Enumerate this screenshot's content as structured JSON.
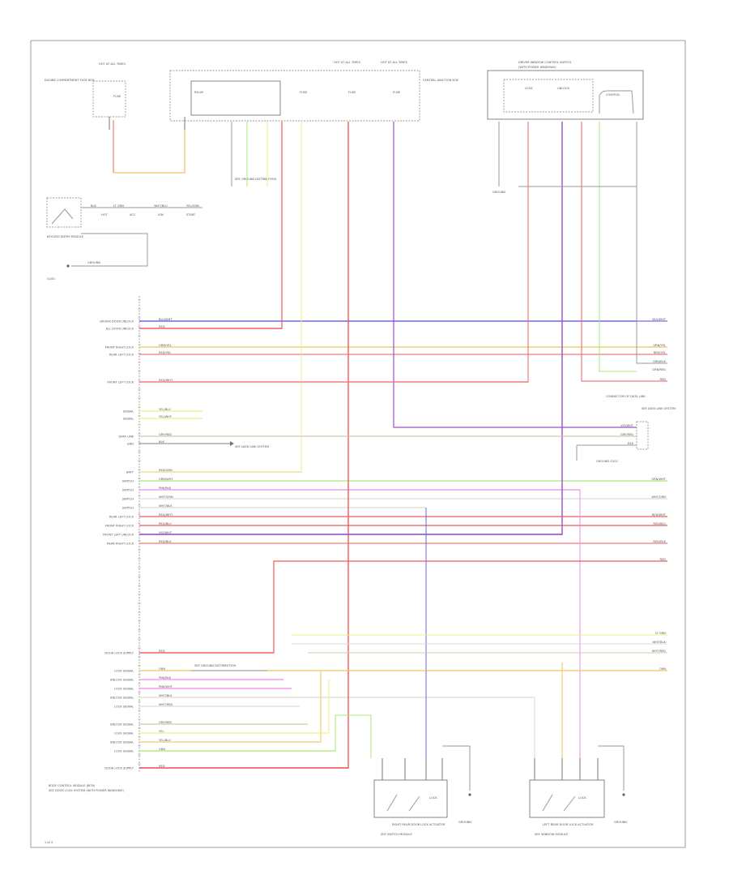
{
  "page": {
    "footer_code": "1 of 2"
  },
  "modules": {
    "left_fuse": {
      "hot_label": "HOT AT ALL TIMES",
      "name": "ENGINE COMPARTMENT FUSE BOX",
      "fuse": "FUSE"
    },
    "central_box": {
      "hot_a": "HOT AT ALL TIMES",
      "hot_b": "HOT AT ALL TIMES",
      "name": "CENTRAL JUNCTION BOX",
      "relay": "RELAY",
      "fuse_a": "FUSE",
      "fuse_b": "FUSE",
      "fuse_c": "FUSE"
    },
    "right_module": {
      "name": "DRIVER WINDOW CONTROL SWITCH",
      "sub": "(WITH POWER WINDOWS)",
      "switch_a": "LOCK",
      "switch_b": "UNLOCK",
      "control": "CONTROL"
    },
    "lock_switch": {
      "name": "KEYLESS ENTRY MODULE",
      "row1": [
        "BLK",
        "LT GRN",
        "WHT/BLU",
        "YEL/GRN"
      ],
      "row2": [
        "HOT",
        "ACC",
        "IGN",
        "START"
      ],
      "note": "GROUND",
      "ground": "G100"
    },
    "gnd_left": {
      "text": "SEE GROUND DISTRIBUTION"
    },
    "gnd_center": {
      "text": "SEE GROUND DISTRIBUTION"
    },
    "gnd_right": {
      "text": "GROUND"
    },
    "body_module_name": "BODY CONTROL MODULE (BCM)",
    "connector_right_top": "CONNECTOR OF DATA LINK",
    "data_link_right": "SEE DATA LINK SYSTEM",
    "data_link_center": "SEE DATA LINK SYSTEM",
    "ground_note": "GROUND G201",
    "bottom_left_note": "SEE SWITCH MODULE",
    "bottom_right_note": "SEE WINDOW MODULE",
    "left_actuator": {
      "name": "RIGHT REAR DOOR LOCK ACTUATOR",
      "label": "LOCK"
    },
    "right_actuator": {
      "name": "LEFT REAR DOOR LOCK ACTUATOR",
      "label": "LOCK"
    },
    "left_ground": "GROUND",
    "right_ground": "GROUND",
    "bottom_note": "SEE DOOR LOCK SYSTEM (WITH POWER WINDOWS)"
  },
  "bcm_pins": [
    {
      "label": "DRIVER DOOR UNLOCK",
      "row": 396,
      "color": "#4a4af0",
      "wire": "BLU/WHT"
    },
    {
      "label": "ALL DOOR UNLOCK",
      "row": 405,
      "color": "#f05a5a",
      "wire": "RED"
    },
    {
      "label": "FRONT RIGHT LOCK",
      "row": 428,
      "color": "#f0c45a",
      "wire": "ORN/YEL"
    },
    {
      "label": "REAR LEFT LOCK",
      "row": 437,
      "color": "#f07a7a",
      "wire": "RED/YEL"
    },
    {
      "label": "FRONT LEFT LOCK",
      "row": 471,
      "color": "#f07a7a",
      "wire": "RED/WHT"
    },
    {
      "label": "SIGNAL",
      "row": 507,
      "color": "#eeee88",
      "wire": "YEL/BLU"
    },
    {
      "label": "SIGNAL",
      "row": 516,
      "color": "#eeee88",
      "wire": "YEL/WHT"
    },
    {
      "label": "DATA LINK",
      "row": 538,
      "color": "#d8c8a8",
      "wire": "GRY/RED"
    },
    {
      "label": "GND",
      "row": 547,
      "color": "#9a9a9a",
      "wire": "BLK"
    },
    {
      "label": "BATT",
      "row": 582,
      "color": "#f07a7a",
      "wire": "RED/GRN"
    },
    {
      "label": "SWITCH",
      "row": 593,
      "color": "#a8e878",
      "wire": "GRN/WHT"
    },
    {
      "label": "SWITCH",
      "row": 604,
      "color": "#f08af0",
      "wire": "PNK/BLK"
    },
    {
      "label": "SWITCH",
      "row": 615,
      "color": "#dcdcc8",
      "wire": "WHT/GRN"
    },
    {
      "label": "SWITCH",
      "row": 626,
      "color": "#dcdcc8",
      "wire": "WHT/BLK"
    },
    {
      "label": "REAR LEFT LOCK",
      "row": 637,
      "color": "#f05a5a",
      "wire": "RED/WHT"
    },
    {
      "label": "FRONT RIGHT LOCK",
      "row": 648,
      "color": "#f05a5a",
      "wire": "RED/BLU"
    },
    {
      "label": "FRONT LEFT UNLOCK",
      "row": 659,
      "color": "#9a50c8",
      "wire": "VIO/WHT"
    },
    {
      "label": "REAR RIGHT LOCK",
      "row": 670,
      "color": "#f07a7a",
      "wire": "RED/BLK"
    },
    {
      "label": "DOOR LOCK SUPPLY",
      "row": 805,
      "color": "#f05a5a",
      "wire": "RED"
    },
    {
      "label": "LOCK SIGNAL",
      "row": 827,
      "color": "#f0c45a",
      "wire": "ORN"
    },
    {
      "label": "UNLOCK SIGNAL",
      "row": 838,
      "color": "#f08af0",
      "wire": "PNK/BLK"
    },
    {
      "label": "LOCK SIGNAL",
      "row": 849,
      "color": "#f08af0",
      "wire": "PNK/WHT"
    },
    {
      "label": "UNLOCK SIGNAL",
      "row": 860,
      "color": "#dcdcc8",
      "wire": "WHT/BLK"
    },
    {
      "label": "LOCK SIGNAL",
      "row": 871,
      "color": "#dcdcc8",
      "wire": "WHT/RED"
    },
    {
      "label": "UNLOCK SIGNAL",
      "row": 893,
      "color": "#d8c8a8",
      "wire": "GRY/RED"
    },
    {
      "label": "LOCK SIGNAL",
      "row": 904,
      "color": "#eeee88",
      "wire": "YEL"
    },
    {
      "label": "UNLOCK SIGNAL",
      "row": 915,
      "color": "#eeee88",
      "wire": "YEL/BLU"
    },
    {
      "label": "LOCK SIGNAL",
      "row": 926,
      "color": "#a8e878",
      "wire": "GRN"
    },
    {
      "label": "DOOR LOCK SUPPLY",
      "row": 947,
      "color": "#f05a5a",
      "wire": "RED"
    }
  ],
  "right_labels": [
    {
      "row": 396,
      "text": "BLU/WHT"
    },
    {
      "row": 428,
      "text": "ORN/YEL"
    },
    {
      "row": 437,
      "text": "RED/YEL"
    },
    {
      "row": 448,
      "text": "GRN/BLK"
    },
    {
      "row": 458,
      "text": "GRN/RED"
    },
    {
      "row": 470,
      "text": "RED"
    },
    {
      "row": 593,
      "text": "GRN/WHT"
    },
    {
      "row": 615,
      "text": "WHT/GRN"
    },
    {
      "row": 637,
      "text": "RED/WHT"
    },
    {
      "row": 648,
      "text": "RED/BLU"
    },
    {
      "row": 670,
      "text": "RED/BLK"
    },
    {
      "row": 692,
      "text": "RED"
    },
    {
      "row": 783,
      "text": "LT GRN"
    },
    {
      "row": 794,
      "text": "WHT/BLK"
    },
    {
      "row": 805,
      "text": "WHT/RED"
    },
    {
      "row": 827,
      "text": "ORN"
    }
  ],
  "connector_labels": [
    {
      "row": 527,
      "text": "VIO/WHT"
    },
    {
      "row": 538,
      "text": "GRY/RED"
    },
    {
      "row": 549,
      "text": "BLK"
    }
  ],
  "colors": {
    "red": "#f05a5a",
    "light_red": "#f07a7a",
    "blue": "#4a4af0",
    "violet": "#9a50c8",
    "orange": "#f0c45a",
    "yellow": "#eeee88",
    "green": "#a8e878",
    "pink": "#f08af0",
    "white": "#dcdcc8",
    "tan": "#d8c8a8",
    "gray": "#9a9a9a"
  }
}
